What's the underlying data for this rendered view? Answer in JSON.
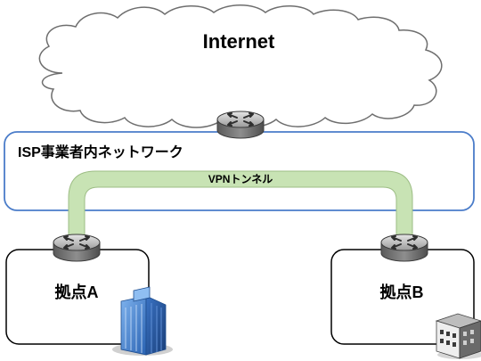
{
  "cloud": {
    "label": "Internet"
  },
  "isp": {
    "label": "ISP事業者内ネットワーク"
  },
  "tunnel": {
    "label": "VPNトンネル"
  },
  "sites": [
    {
      "label": "拠点A",
      "building_icon": "office-tower-icon"
    },
    {
      "label": "拠点B",
      "building_icon": "small-building-icon"
    }
  ],
  "devices": {
    "router_icon": "router-icon"
  },
  "colors": {
    "isp_border": "#4a7cc9",
    "tunnel_fill": "#c8e3b4",
    "tunnel_stroke": "#6f8e5a",
    "router_body": "#7d7d7d",
    "router_top": "#bfbfbf",
    "building_blue": "#3a7fd5"
  }
}
